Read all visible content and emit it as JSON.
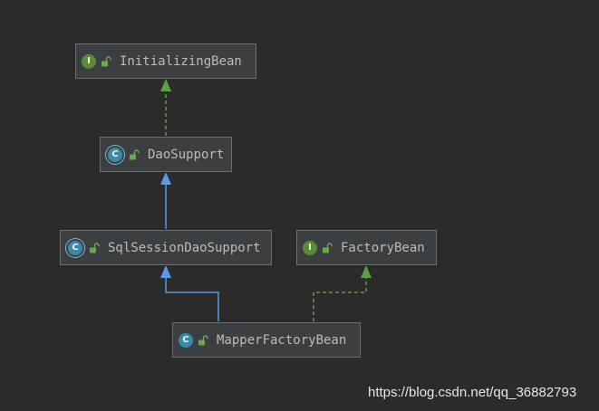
{
  "diagram": {
    "nodes": [
      {
        "id": "initializing_bean",
        "kind": "interface",
        "kind_letter": "I",
        "label": "InitializingBean"
      },
      {
        "id": "dao_support",
        "kind": "abstract",
        "kind_letter": "C",
        "label": "DaoSupport"
      },
      {
        "id": "sql_session_dao_support",
        "kind": "abstract",
        "kind_letter": "C",
        "label": "SqlSessionDaoSupport"
      },
      {
        "id": "factory_bean",
        "kind": "interface",
        "kind_letter": "I",
        "label": "FactoryBean"
      },
      {
        "id": "mapper_factory_bean",
        "kind": "class",
        "kind_letter": "C",
        "label": "MapperFactoryBean"
      }
    ],
    "edges": [
      {
        "from": "dao_support",
        "to": "initializing_bean",
        "type": "implements"
      },
      {
        "from": "sql_session_dao_support",
        "to": "dao_support",
        "type": "extends"
      },
      {
        "from": "mapper_factory_bean",
        "to": "sql_session_dao_support",
        "type": "extends"
      },
      {
        "from": "mapper_factory_bean",
        "to": "factory_bean",
        "type": "implements"
      }
    ],
    "colors": {
      "background": "#2b2b2b",
      "extends_edge": "#5b9ae8",
      "implements_edge": "#5e9e46",
      "interface_badge": "#5a8a3a",
      "class_badge": "#3d8aa8",
      "lock_icon": "#6aa84f"
    },
    "icons": {
      "kind": "circle-letter-icon",
      "visibility": "open-lock-icon"
    }
  },
  "watermark": "https://blog.csdn.net/qq_36882793"
}
